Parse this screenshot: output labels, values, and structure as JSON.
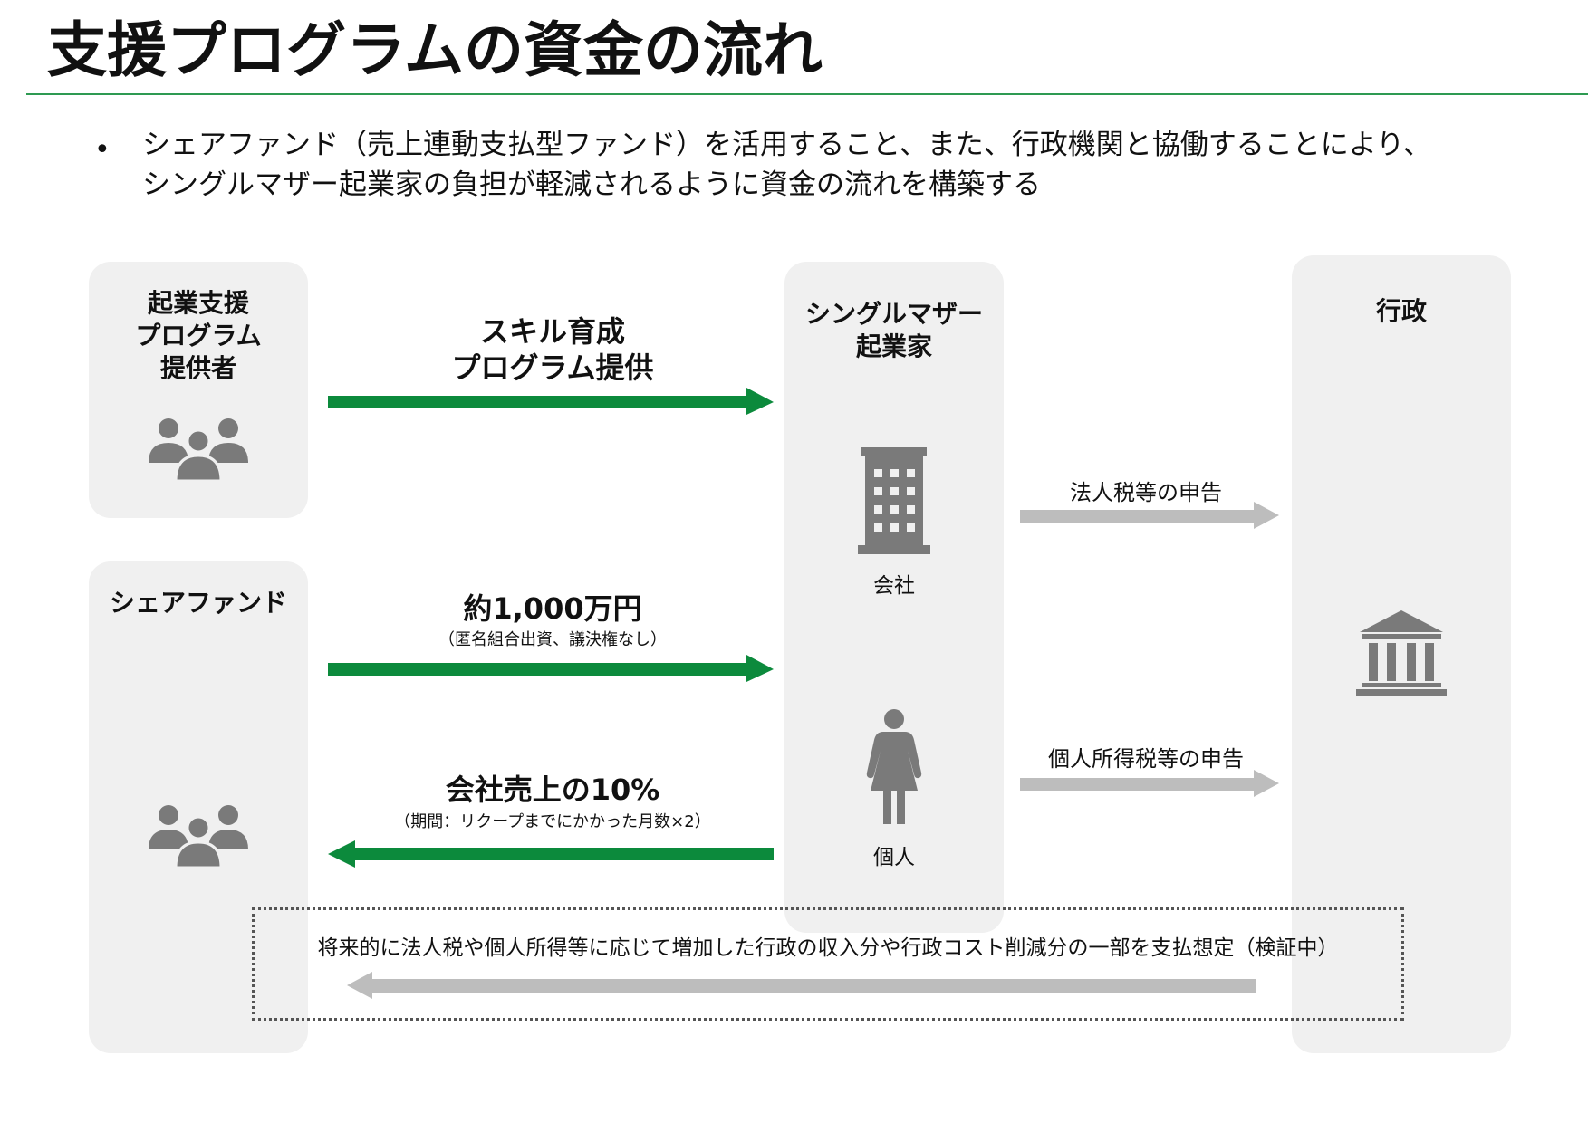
{
  "title": "支援プログラムの資金の流れ",
  "colors": {
    "accent_green": "#0c8a3c",
    "rule_green": "#2e9a52",
    "arrow_gray": "#bdbdbd",
    "panel_bg": "#f0f0f0",
    "icon_gray": "#7a7a7a"
  },
  "bullet": {
    "marker": "•",
    "line1": "シェアファンド（売上連動支払型ファンド）を活用すること、また、行政機関と協働することにより、",
    "line2": "シングルマザー起業家の負担が軽減されるように資金の流れを構築する"
  },
  "panels": {
    "provider": {
      "line1": "起業支援",
      "line2": "プログラム",
      "line3": "提供者",
      "icon": "group-of-people-icon"
    },
    "share_fund": {
      "label": "シェアファンド",
      "icon": "group-of-people-icon"
    },
    "entrepreneur": {
      "line1": "シングルマザー",
      "line2": "起業家",
      "company_icon": "office-building-icon",
      "company_label": "会社",
      "person_icon": "woman-icon",
      "person_label": "個人"
    },
    "government": {
      "label": "行政",
      "icon": "government-building-icon"
    }
  },
  "flows": {
    "skill": {
      "line1": "スキル育成",
      "line2": "プログラム提供",
      "direction": "right"
    },
    "fund": {
      "main": "約1,000万円",
      "sub": "（匿名組合出資、議決権なし）",
      "direction": "right"
    },
    "return": {
      "main": "会社売上の10%",
      "sub": "（期間：リクープまでにかかった月数×2）",
      "direction": "left"
    },
    "corp_tax": {
      "label": "法人税等の申告",
      "direction": "right"
    },
    "income_tax": {
      "label": "個人所得税等の申告",
      "direction": "right"
    },
    "future": {
      "label": "将来的に法人税や個人所得等に応じて増加した行政の収入分や行政コスト削減分の一部を支払想定（検証中）",
      "direction": "left"
    }
  }
}
